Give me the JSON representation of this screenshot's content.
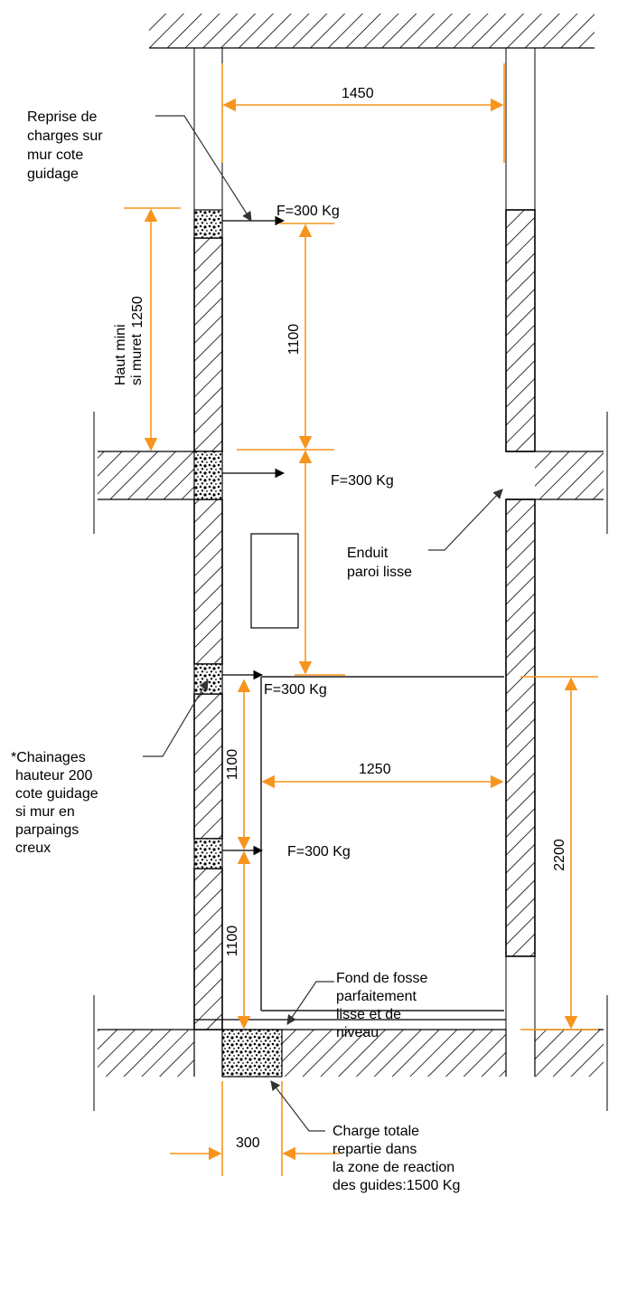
{
  "dimensions": {
    "shaft_width": "1450",
    "wall_height_mini": "1250",
    "bracket_spacing_upper": "1100",
    "cabin_width": "1250",
    "bracket_spacing_mid": "1100",
    "bracket_spacing_lower": "1100",
    "cabin_height": "2200",
    "guide_zone_width": "300"
  },
  "annotations": {
    "load_transfer": [
      "Reprise de",
      "charges sur",
      "mur cote",
      "guidage"
    ],
    "wall_note": [
      "Haut mini",
      "si muret"
    ],
    "force_label": "F=300 Kg",
    "render_note": [
      "Enduit",
      "paroi lisse"
    ],
    "chaining_note": [
      "*Chainages",
      "hauteur 200",
      "cote guidage",
      "si mur en",
      "parpaings",
      "creux"
    ],
    "pit_floor_note": [
      "Fond de fosse",
      "parfaitement",
      "lisse et de",
      "niveau"
    ],
    "total_load_note": [
      "Charge totale",
      "repartie dans",
      "la zone de reaction",
      "des guides:1500 Kg"
    ]
  },
  "colors": {
    "dimension": "#f7941d",
    "structure": "#000000",
    "cabin": "#555555"
  }
}
